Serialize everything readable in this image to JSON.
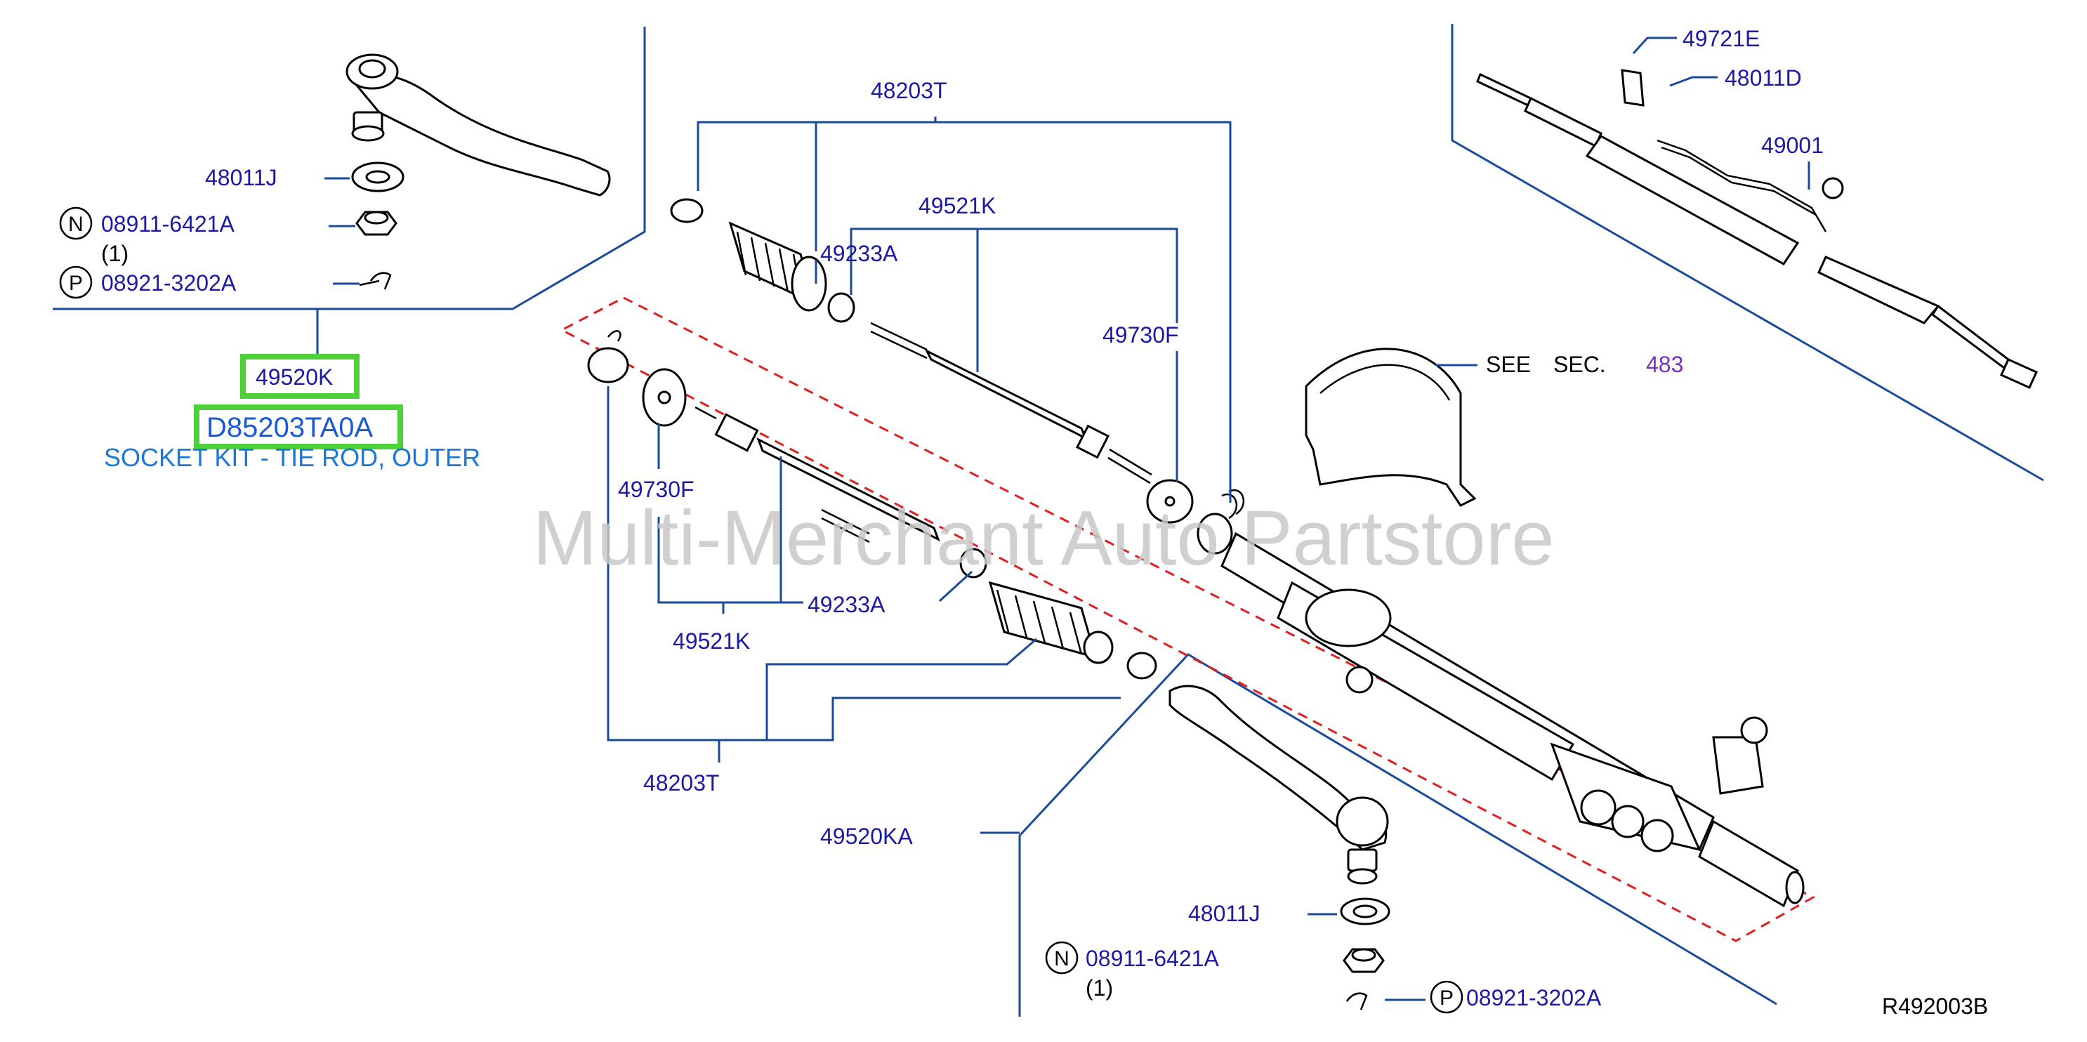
{
  "callouts": {
    "c_48011J_top": "48011J",
    "c_08911_top": "08911-6421A",
    "c_08911_top_qty": "(1)",
    "c_08921_top": "08921-3202A",
    "c_49520K": "49520K",
    "c_D85203TA0A": "D85203TA0A",
    "c_socket_kit": "SOCKET KIT - TIE ROD, OUTER",
    "c_48203T_top": "48203T",
    "c_49521K_top": "49521K",
    "c_49233A_top": "49233A",
    "c_49730F_right": "49730F",
    "c_49730F_left": "49730F",
    "c_49233A_mid": "49233A",
    "c_49521K_mid": "49521K",
    "c_48203T_bottom": "48203T",
    "c_49520KA": "49520KA",
    "c_48011J_bottom": "48011J",
    "c_08911_bottom": "08911-6421A",
    "c_08911_bottom_qty": "(1)",
    "c_08921_bottom": "08921-3202A",
    "c_49721E": "49721E",
    "c_48011D": "48011D",
    "c_49001": "49001",
    "c_see": "SEE",
    "c_sec": "SEC.",
    "c_483": "483",
    "c_ref": "R492003B",
    "sym_N": "N",
    "sym_P": "P"
  },
  "watermark": "Multi-Merchant Auto Partstore",
  "colors": {
    "label_blue": "#1a1aa6",
    "description_blue": "#1a78d8",
    "highlight_green": "#4cd137",
    "dashed_red": "#e02020",
    "section_link_purple": "#7b2fbf"
  }
}
